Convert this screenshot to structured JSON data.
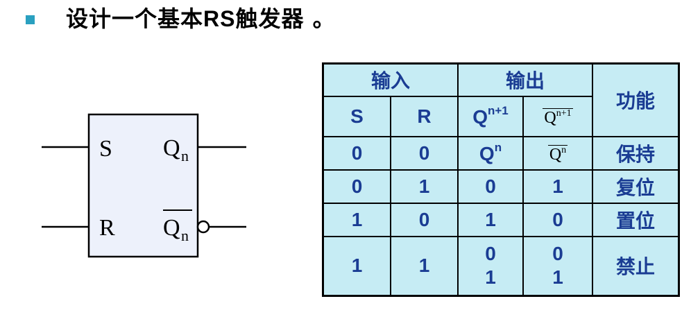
{
  "title": {
    "main": "设计一个基本",
    "rs": "RS",
    "tail": "触发器",
    "period": "。"
  },
  "flipflop": {
    "in_s": "S",
    "in_r": "R",
    "out_q": "Q",
    "out_q_sub": "n",
    "out_qbar": "Q",
    "out_qbar_sub": "n"
  },
  "table": {
    "header": {
      "input": "输入",
      "output": "输出",
      "function": "功能"
    },
    "subheader": {
      "s": "S",
      "r": "R",
      "q": "Q",
      "q_sup": "n+1",
      "qbar": "Q",
      "qbar_sup": "n+1"
    },
    "rows": [
      {
        "s": "0",
        "r": "0",
        "q": "Q",
        "q_sup": "n",
        "qbar": "Q",
        "qbar_sup": "n",
        "func": "保持"
      },
      {
        "s": "0",
        "r": "1",
        "q": "0",
        "qbar": "1",
        "func": "复位"
      },
      {
        "s": "1",
        "r": "0",
        "q": "1",
        "qbar": "0",
        "func": "置位"
      },
      {
        "s": "1",
        "r": "1",
        "q_a": "0",
        "q_b": "1",
        "qbar_a": "0",
        "qbar_b": "1",
        "func": "禁止"
      }
    ]
  }
}
